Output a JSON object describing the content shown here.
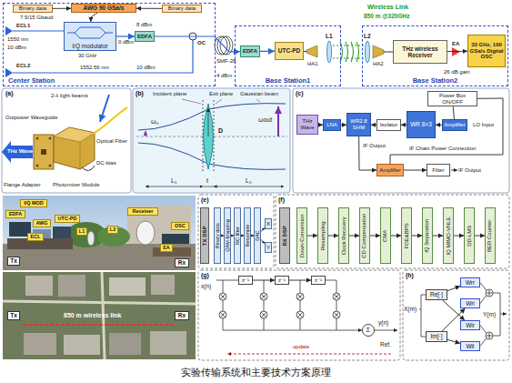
{
  "diagram": {
    "caption": "实验传输系统和主要技术方案原理",
    "nodes": [
      {
        "text": [
          "Center Station"
        ]
      },
      {
        "text": [
          "Binary data"
        ],
        "in": 0
      },
      {
        "text": [
          "AWG 90 GSa/s"
        ],
        "in": 0
      },
      {
        "text": [
          "Binary data"
        ],
        "in": 0
      },
      {
        "text": [
          "I/Q modulator"
        ],
        "in": 0
      },
      {
        "text": [
          "EDFA"
        ],
        "in": 0
      },
      {
        "text": [
          "Base Station1"
        ]
      },
      {
        "text": [
          "EDFA"
        ],
        "in": 6
      },
      {
        "text": [
          "UTC-PD"
        ],
        "in": 6
      },
      {
        "text": [
          "Base Station2"
        ]
      },
      {
        "text": [
          "THz wireless Receiver"
        ],
        "in": 9
      },
      {
        "text": [
          "33 GHz, 100 GSa/s Digital OSC"
        ],
        "in": 9
      },
      {
        "text": [
          "THz Wave"
        ]
      },
      {
        "text": [
          "LNA"
        ]
      },
      {
        "text": [
          "WR2.8 SHM"
        ]
      },
      {
        "text": [
          "Isolator"
        ]
      },
      {
        "text": [
          "WR 8×3"
        ]
      },
      {
        "text": [
          "Amplifier"
        ]
      },
      {
        "text": [
          "Power Box ON/OFF"
        ]
      },
      {
        "text": [
          "Amplifier"
        ]
      },
      {
        "text": [
          "Filter"
        ]
      },
      {
        "text": [
          "I/Q MOD"
        ]
      },
      {
        "text": [
          "EDFA"
        ]
      },
      {
        "text": [
          "AWG"
        ]
      },
      {
        "text": [
          "UTC-PD"
        ]
      },
      {
        "text": [
          "ECL"
        ]
      },
      {
        "text": [
          "L1"
        ]
      },
      {
        "text": [
          "Tx"
        ]
      },
      {
        "text": [
          "Receiver"
        ]
      },
      {
        "text": [
          "L2"
        ]
      },
      {
        "text": [
          "OSC"
        ]
      },
      {
        "text": [
          "EA"
        ]
      },
      {
        "text": [
          "Rx"
        ]
      },
      {
        "text": [
          "Tx"
        ]
      },
      {
        "text": [
          "Rx"
        ]
      },
      {
        "text": [
          "TX DSP"
        ]
      },
      {
        "text": [
          "Binary data"
        ]
      },
      {
        "text": [
          "QAM-Mapping"
        ]
      },
      {
        "text": [
          "RC filter"
        ]
      },
      {
        "text": [
          "Resample"
        ]
      },
      {
        "text": [
          "DAC"
        ]
      },
      {
        "text": [
          "X"
        ]
      },
      {
        "text": [
          "Y"
        ]
      },
      {
        "text": [
          "RX DSP"
        ]
      },
      {
        "text": [
          "Down-Conversion"
        ]
      },
      {
        "text": [
          "Resampling"
        ]
      },
      {
        "text": [
          "Clock Recovery"
        ]
      },
      {
        "text": [
          "CD Compensation"
        ]
      },
      {
        "text": [
          "CMA"
        ]
      },
      {
        "text": [
          "FOE&BPS"
        ]
      },
      {
        "text": [
          "IQ Separation"
        ]
      },
      {
        "text": [
          "IQ MIMO-VNLE"
        ]
      },
      {
        "text": [
          "DD-LMS"
        ]
      },
      {
        "text": [
          "BER Counter"
        ]
      },
      {
        "text": [
          "z⁻¹"
        ]
      },
      {
        "text": [
          "z⁻¹"
        ]
      },
      {
        "text": [
          "z⁻¹"
        ]
      },
      {
        "text": [
          "Σ"
        ]
      },
      {
        "text": [
          "Re[·]"
        ]
      },
      {
        "text": [
          "Im[·]"
        ]
      },
      {
        "text": [
          "Wrr"
        ]
      },
      {
        "text": [
          "Wri"
        ]
      },
      {
        "text": [
          "Wir"
        ]
      },
      {
        "text": [
          "Wii"
        ]
      }
    ],
    "edges": [
      {
        "from": 1,
        "to": 2,
        "arrow": "to"
      },
      {
        "from": 3,
        "to": 2,
        "arrow": "to"
      },
      {
        "from": 2,
        "to": 4,
        "arrow": "to"
      },
      {
        "from": 4,
        "to": 5,
        "arrow": "to"
      },
      {
        "from": 5,
        "to": 7,
        "arrow": "to"
      },
      {
        "from": 7,
        "to": 8,
        "arrow": "to"
      },
      {
        "from": 10,
        "to": 11,
        "arrow": "to"
      },
      {
        "from": 12,
        "to": 13,
        "arrow": "to"
      },
      {
        "from": 13,
        "to": 14,
        "arrow": "to"
      },
      {
        "from": 17,
        "to": 16,
        "arrow": "to"
      },
      {
        "from": 16,
        "to": 15,
        "arrow": "to"
      },
      {
        "from": 15,
        "to": 14,
        "arrow": "to"
      },
      {
        "from": 14,
        "to": 19,
        "arrow": "to"
      },
      {
        "from": 19,
        "to": 20,
        "arrow": "to"
      },
      {
        "from": 18,
        "to": 17,
        "arrow": "none"
      },
      {
        "from": 18,
        "to": 19,
        "arrow": "none"
      },
      {
        "from": 36,
        "to": 37,
        "arrow": "to"
      },
      {
        "from": 37,
        "to": 38,
        "arrow": "to"
      },
      {
        "from": 38,
        "to": 39,
        "arrow": "to"
      },
      {
        "from": 39,
        "to": 40,
        "arrow": "to"
      },
      {
        "from": 40,
        "to": 41,
        "arrow": "to"
      },
      {
        "from": 40,
        "to": 42,
        "arrow": "to"
      },
      {
        "from": 44,
        "to": 45,
        "arrow": "to"
      },
      {
        "from": 45,
        "to": 46,
        "arrow": "to"
      },
      {
        "from": 46,
        "to": 47,
        "arrow": "to"
      },
      {
        "from": 47,
        "to": 48,
        "arrow": "to"
      },
      {
        "from": 48,
        "to": 49,
        "arrow": "to"
      },
      {
        "from": 49,
        "to": 50,
        "arrow": "to"
      },
      {
        "from": 50,
        "to": 51,
        "arrow": "to"
      },
      {
        "from": 51,
        "to": 52,
        "arrow": "to"
      },
      {
        "from": 52,
        "to": 53,
        "arrow": "to"
      },
      {
        "from": 54,
        "to": 55,
        "arrow": "to"
      },
      {
        "from": 55,
        "to": 56,
        "arrow": "to"
      },
      {
        "from": 58,
        "to": 60,
        "arrow": "to"
      },
      {
        "from": 58,
        "to": 62,
        "arrow": "to"
      },
      {
        "from": 59,
        "to": 61,
        "arrow": "to"
      },
      {
        "from": 59,
        "to": 63,
        "arrow": "to"
      }
    ],
    "labels": [
      "7.5/15 Gbaud",
      "ECL1",
      "1550 nm",
      "10 dBm",
      "30 GHz",
      "0 dBm",
      "8 dBm",
      "OC",
      "ECL2",
      "1552.56 nm",
      "10 dBm",
      "SMF-28",
      "4 dBm",
      "HA1",
      "L1",
      "Wireless Link",
      "850 m @320GHz",
      "L2",
      "HA2",
      "EA",
      "26 dB gain",
      "(a)",
      "2-λ light beams",
      "Outpower Waveguide",
      "Optical Fiber",
      "THz Wave",
      "DC-bias",
      "Flange Adapter",
      "Photomixer Module",
      "(b)",
      "Incident plane",
      "Exit plane",
      "Gaussian beam",
      "ω₀",
      "D",
      "ωout",
      "L₁",
      "t",
      "L₂",
      "(c)",
      "LO Input",
      "IF Output",
      "IF Chain Power Connection",
      "IF Output",
      "850 m wireless link",
      "(e)",
      "(f)",
      "(g)",
      "x(n)",
      "y(n)",
      "Ref.",
      "update",
      "(h)",
      "X(m)",
      "Y(m)"
    ]
  }
}
